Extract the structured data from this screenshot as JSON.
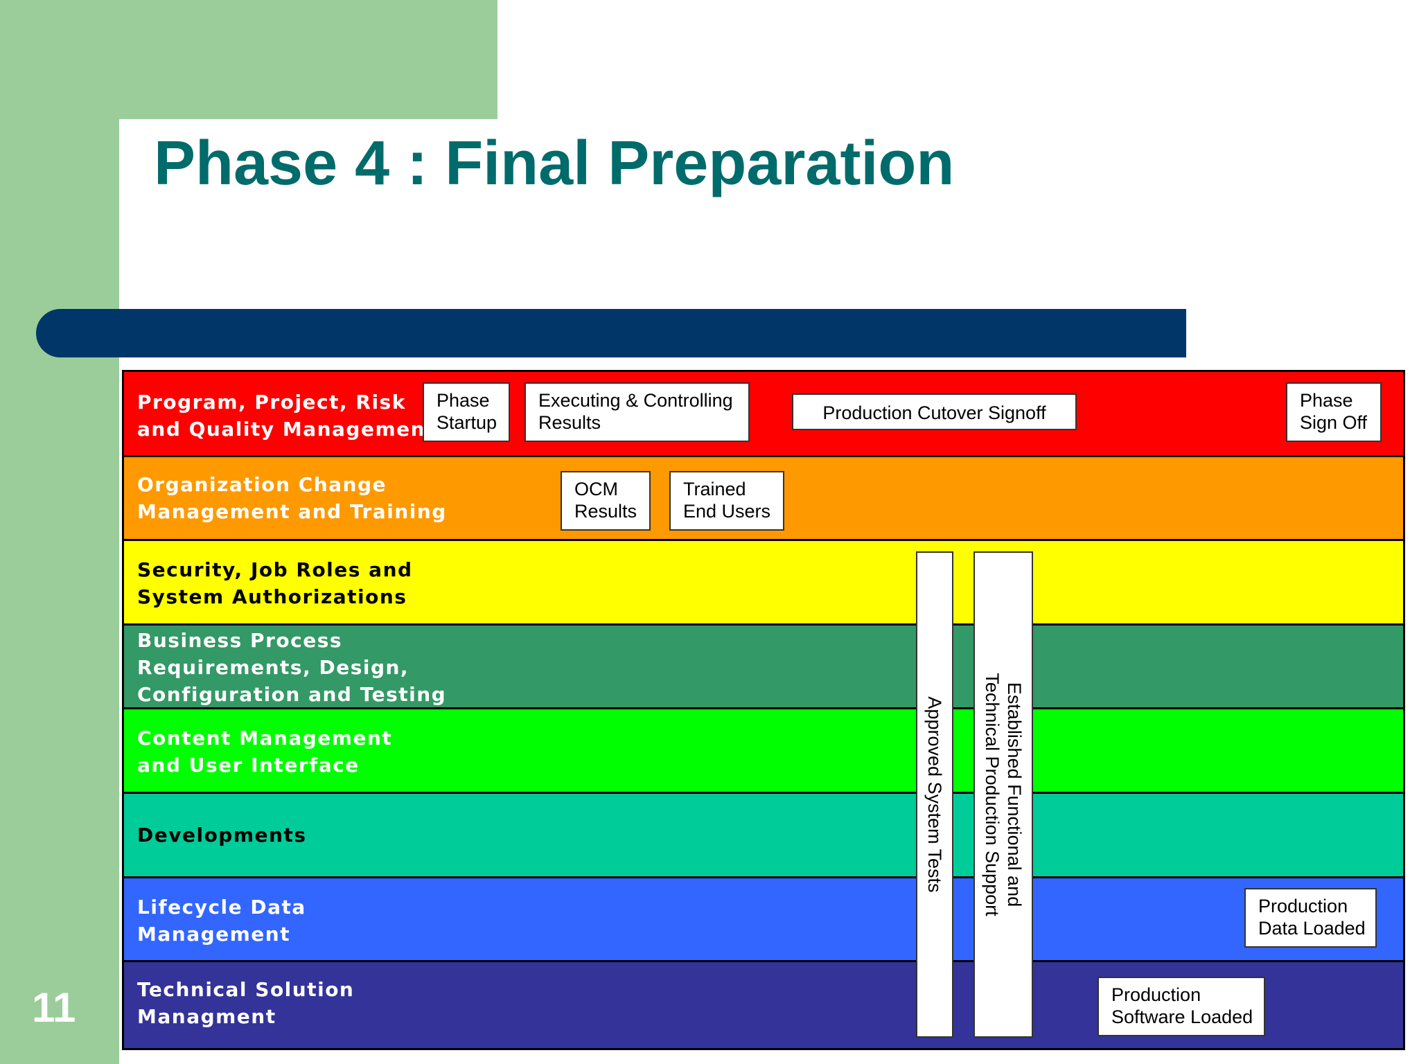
{
  "slide": {
    "title": "Phase 4 : Final Preparation",
    "number": "11"
  },
  "lanes": [
    {
      "label": "Program, Project, Risk\nand Quality  Management",
      "color": "#ff0000",
      "text_color": "#ffffff"
    },
    {
      "label": "Organization Change\nManagement and Training",
      "color": "#ff9900",
      "text_color": "#ffffff"
    },
    {
      "label": "Security, Job Roles and\nSystem Authorizations",
      "color": "#ffff00",
      "text_color": "#000000"
    },
    {
      "label": "Business Process\nRequirements, Design,\nConfiguration and Testing",
      "color": "#339966",
      "text_color": "#ffffff"
    },
    {
      "label": "Content Management\nand User Interface",
      "color": "#00ff00",
      "text_color": "#ffffff"
    },
    {
      "label": "Developments",
      "color": "#00cc99",
      "text_color": "#000000"
    },
    {
      "label": "Lifecycle Data\nManagement",
      "color": "#3366ff",
      "text_color": "#ffffff"
    },
    {
      "label": "Technical Solution\nManagment",
      "color": "#333399",
      "text_color": "#ffffff"
    }
  ],
  "milestones": {
    "phase_startup": "Phase\nStartup",
    "executing_controlling": "Executing & Controlling\nResults",
    "production_cutover": "Production Cutover Signoff",
    "phase_sign_off": "Phase\nSign Off",
    "ocm_results": "OCM\nResults",
    "trained_end_users": "Trained\nEnd Users",
    "approved_system_tests": "Approved System Tests",
    "production_support": "Established Functional and\nTechnical Production Support",
    "production_data_loaded": "Production\nData Loaded",
    "production_software_loaded": "Production\nSoftware Loaded"
  }
}
